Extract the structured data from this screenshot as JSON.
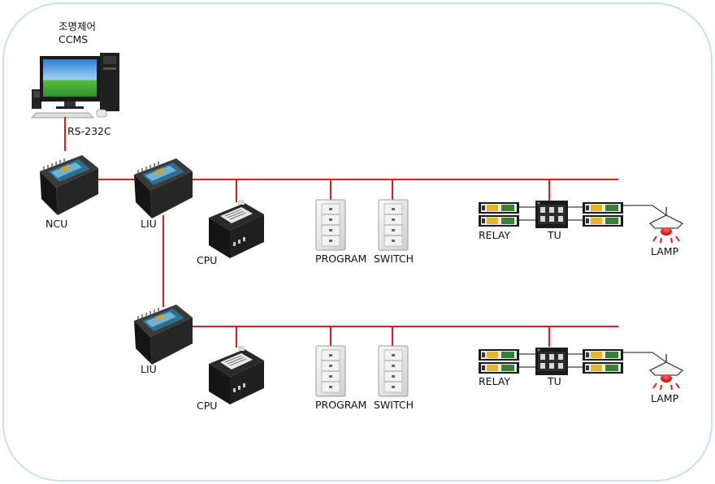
{
  "diagram": {
    "computer": {
      "title_ko": "조명제어",
      "title_en": "CCMS"
    },
    "link_label": "RS-232C",
    "row1": {
      "ncu": "NCU",
      "liu": "LIU",
      "cpu": "CPU",
      "program": "PROGRAM",
      "switch": "SWITCH",
      "relay": "RELAY",
      "tu": "TU",
      "lamp": "LAMP"
    },
    "row2": {
      "liu": "LIU",
      "cpu": "CPU",
      "program": "PROGRAM",
      "switch": "SWITCH",
      "relay": "RELAY",
      "tu": "TU",
      "lamp": "LAMP"
    },
    "colors": {
      "frame": "#bfe0e4",
      "bus": "#e31b1b",
      "wire": "#000000",
      "device_body": "#1f1f1f",
      "panel": "#2c6a8c",
      "lamp_light": "#e81414",
      "switch_plate": "#e6e6e6",
      "screen_sky": "#3a8de0",
      "screen_grass": "#3fae3a"
    }
  }
}
